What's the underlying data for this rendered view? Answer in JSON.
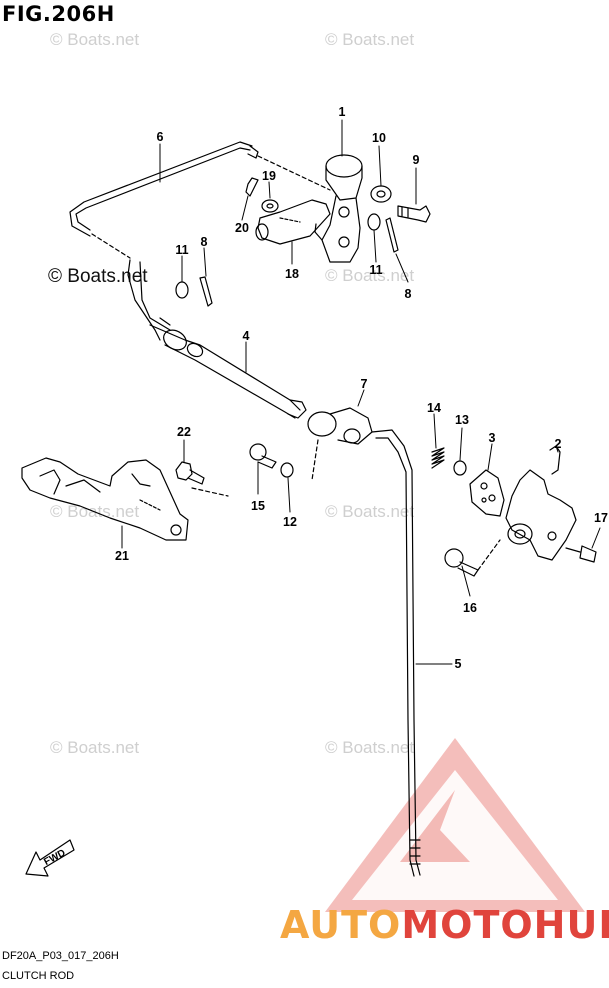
{
  "figure": {
    "title": "FIG.206H"
  },
  "watermark": {
    "text": "© Boats.net"
  },
  "footer": {
    "code": "DF20A_P03_017_206H",
    "name": "CLUTCH ROD"
  },
  "fwd_arrow": {
    "label": "FWD"
  },
  "brand": {
    "part1": "AUTO",
    "part2": "MOTO",
    "part3": "HUB"
  },
  "callouts": [
    {
      "id": "1",
      "label": "1"
    },
    {
      "id": "2",
      "label": "2"
    },
    {
      "id": "3",
      "label": "3"
    },
    {
      "id": "4",
      "label": "4"
    },
    {
      "id": "5",
      "label": "5"
    },
    {
      "id": "6",
      "label": "6"
    },
    {
      "id": "7",
      "label": "7"
    },
    {
      "id": "8a",
      "label": "8"
    },
    {
      "id": "8b",
      "label": "8"
    },
    {
      "id": "9",
      "label": "9"
    },
    {
      "id": "10",
      "label": "10"
    },
    {
      "id": "11a",
      "label": "11"
    },
    {
      "id": "11b",
      "label": "11"
    },
    {
      "id": "12",
      "label": "12"
    },
    {
      "id": "13",
      "label": "13"
    },
    {
      "id": "14",
      "label": "14"
    },
    {
      "id": "15",
      "label": "15"
    },
    {
      "id": "16",
      "label": "16"
    },
    {
      "id": "17",
      "label": "17"
    },
    {
      "id": "18",
      "label": "18"
    },
    {
      "id": "19",
      "label": "19"
    },
    {
      "id": "20",
      "label": "20"
    },
    {
      "id": "21",
      "label": "21"
    },
    {
      "id": "22",
      "label": "22"
    }
  ],
  "colors": {
    "brand_orange": "#f4a742",
    "brand_red": "#e0443c",
    "line": "#000000",
    "watermark": "#cfcfcf"
  }
}
